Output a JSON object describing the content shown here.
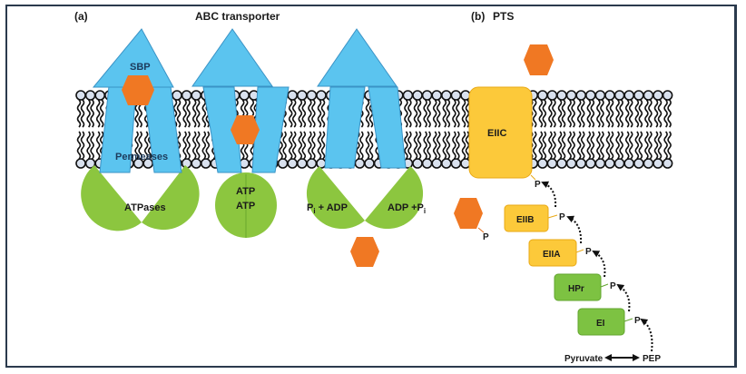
{
  "figure": {
    "panel_a": {
      "label": "(a)",
      "title": "ABC transporter",
      "transporters": [
        {
          "state": "substrate-bound-open-outward",
          "sbp_label": "SBP",
          "permease_label": "Permeases",
          "atpase_label": "ATPases"
        },
        {
          "state": "substrate-in-channel-atp-bound",
          "nbd_labels": [
            "ATP",
            "ATP"
          ]
        },
        {
          "state": "substrate-released-atp-hydrolyzed",
          "left_product_label": "P",
          "left_product_sub": "i",
          "left_product_rest": " +  ADP",
          "right_product_label": "ADP  +P",
          "right_product_sub": "i"
        }
      ]
    },
    "panel_b": {
      "label": "(b)",
      "title": "PTS",
      "membrane_protein": "EIIC",
      "cytoplasmic_proteins": [
        "EIIB",
        "EIIA",
        "HPr",
        "EI"
      ],
      "phosphate_label": "P",
      "sugar_phosphate_label": "P",
      "pyruvate_label": "Pyruvate",
      "pep_label": "PEP"
    },
    "colors": {
      "transporter_blue": "#5bc4ef",
      "transporter_blue_stroke": "#3a93c6",
      "atpase_green": "#8cc63f",
      "substrate_orange": "#f07823",
      "pts_yellow": "#fcc93a",
      "pts_yellow_stroke": "#e9a916",
      "pts_green": "#7dc242",
      "frame_border": "#2b3a4d",
      "lipid_head": "#d9e1ee"
    }
  }
}
